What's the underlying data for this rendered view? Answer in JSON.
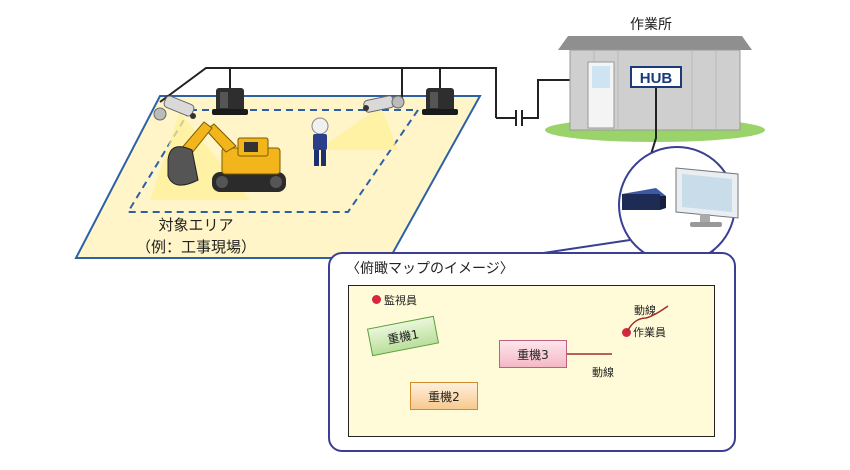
{
  "building": {
    "label": "作業所",
    "hub_label": "HUB"
  },
  "site": {
    "label_line1": "対象エリア",
    "label_line2": "（例：工事現場）"
  },
  "map": {
    "title": "〈俯瞰マップのイメージ〉",
    "supervisor": "監視員",
    "worker": "作業員",
    "trail_top": "動線",
    "trail_bottom": "動線",
    "machines": [
      "重機1",
      "重機2",
      "重機3"
    ]
  },
  "colors": {
    "area_fill": "#fff5c8",
    "area_border": "#2d61a6",
    "cable": "#222222",
    "grass": "#9bd36b",
    "panel_border": "#3b3f93",
    "marker": "#d7263d"
  }
}
